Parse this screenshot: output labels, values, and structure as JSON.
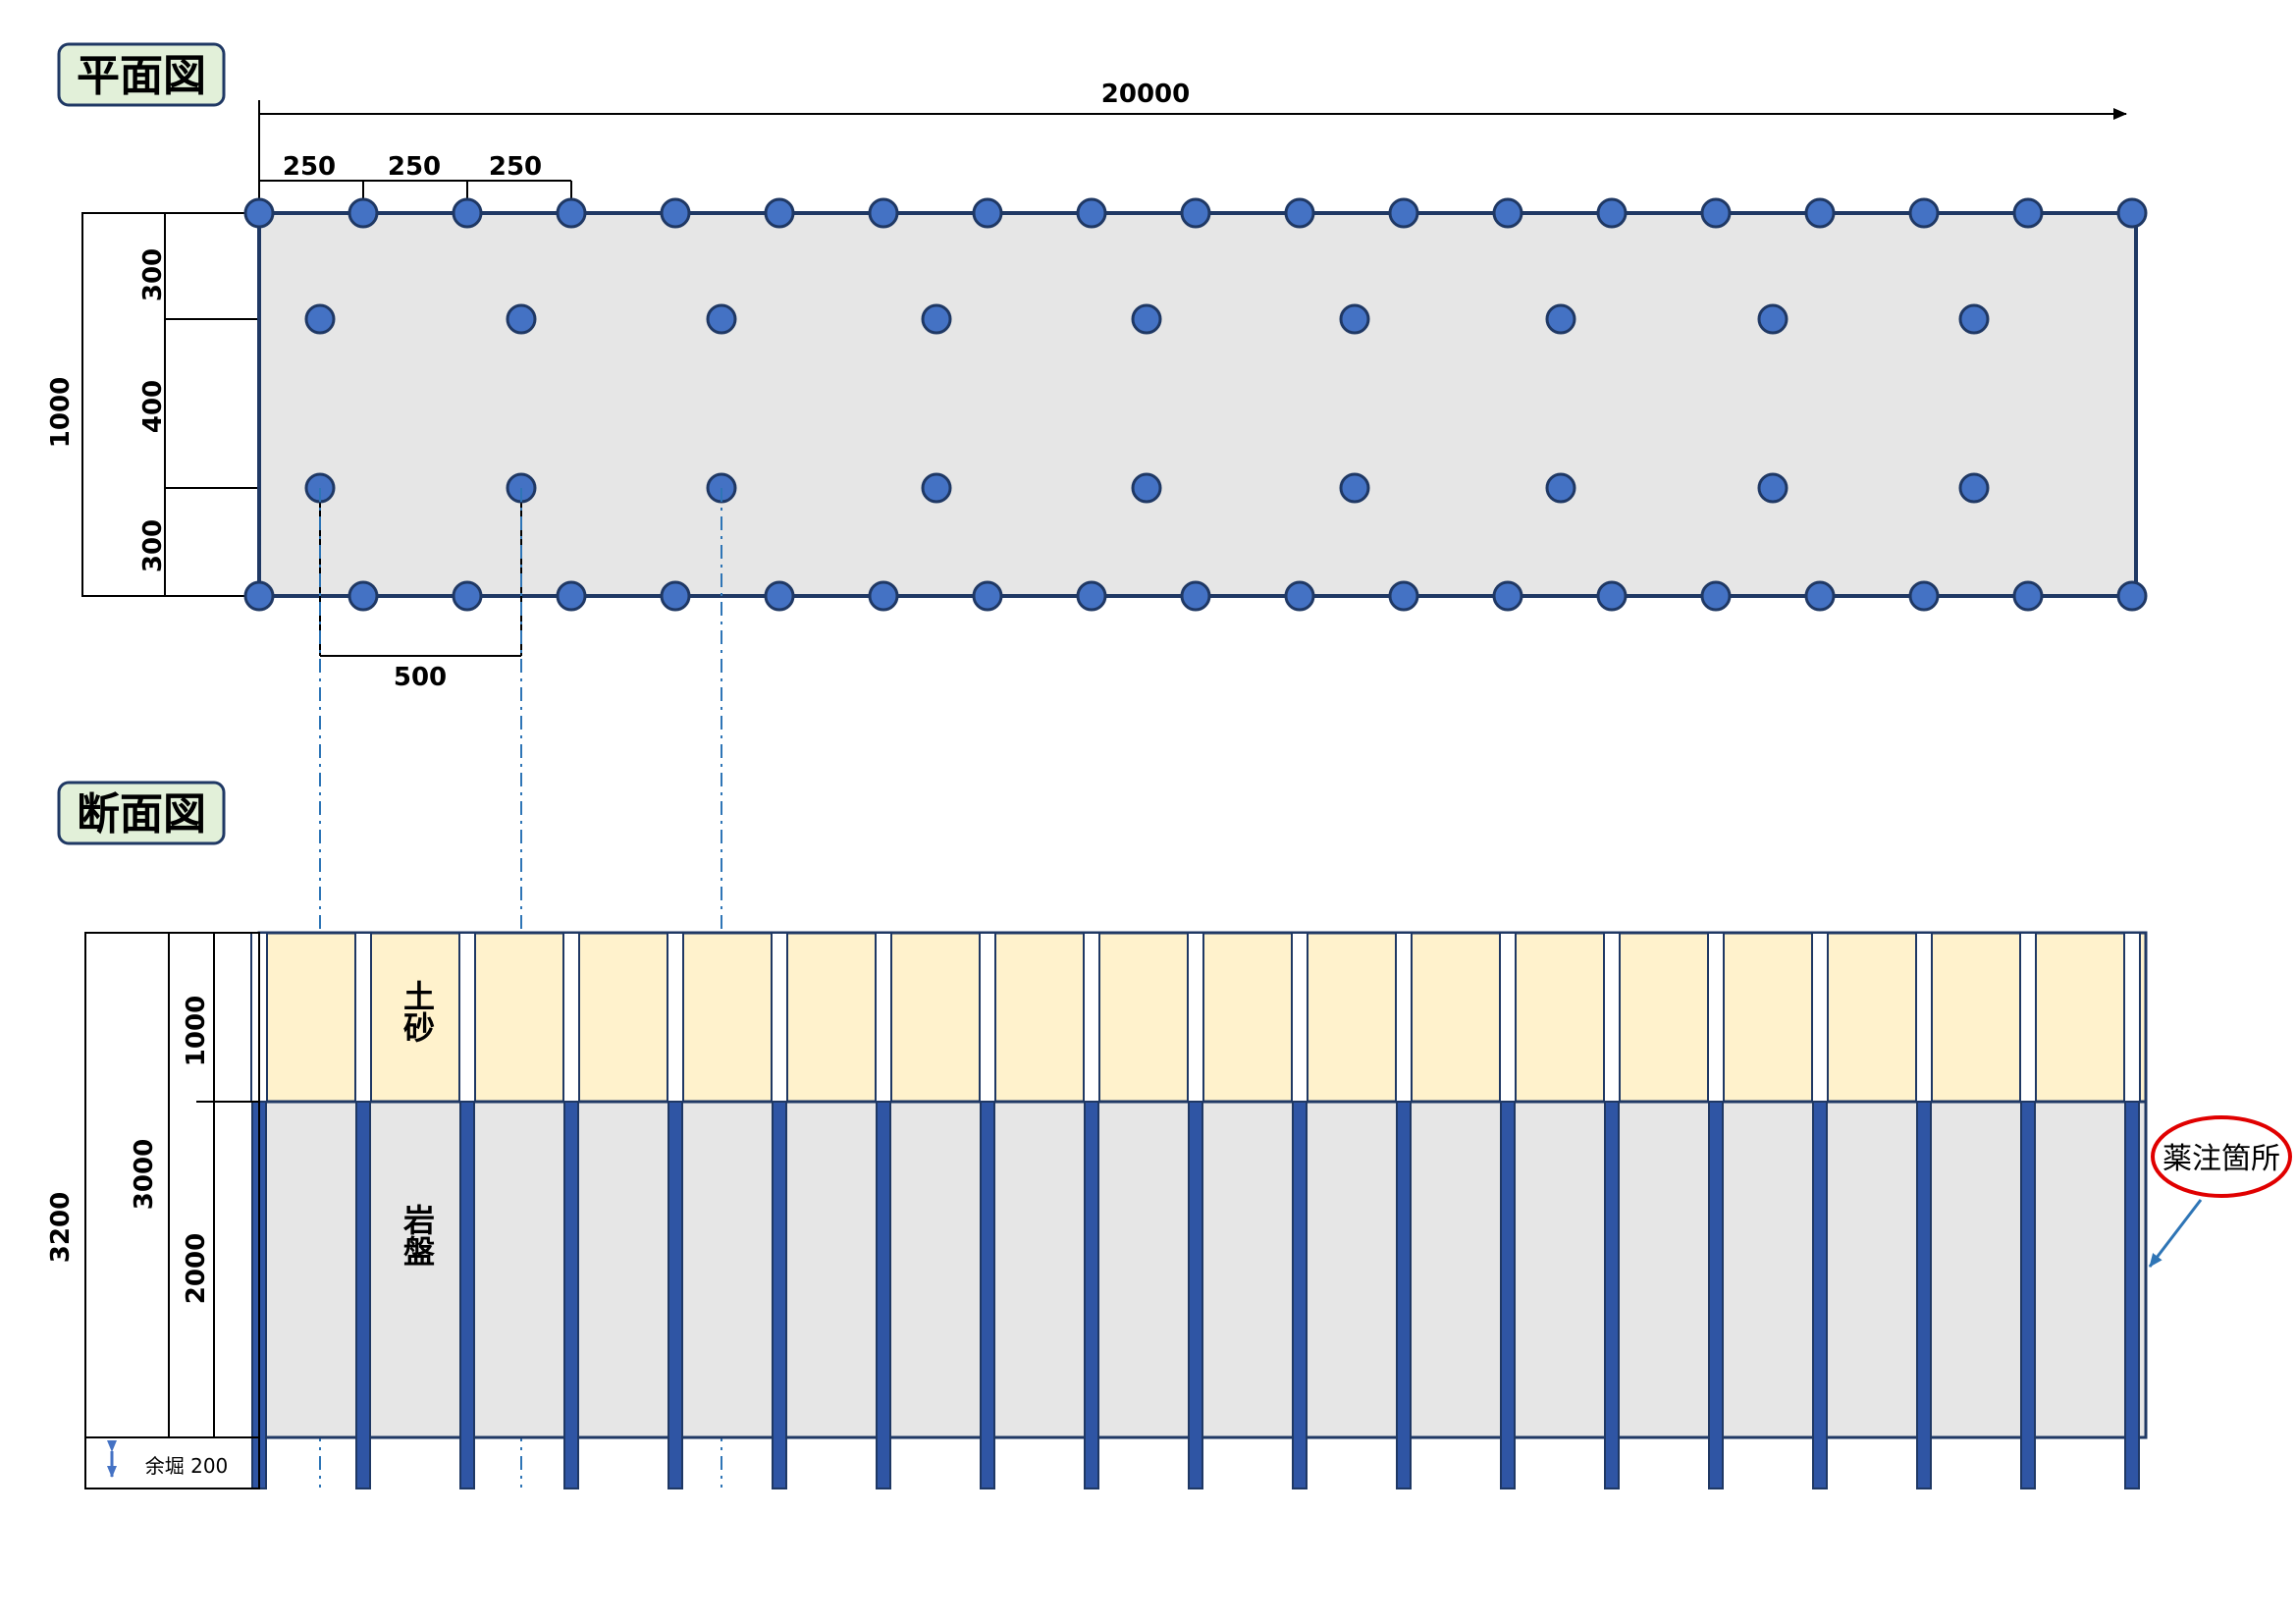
{
  "plan_view": {
    "title": "平面図",
    "total_length_label": "20000",
    "spacing_labels": [
      "250",
      "250",
      "250"
    ],
    "row_offset_label": "500",
    "width_total_label": "1000",
    "width_segment_labels": [
      "300",
      "400",
      "300"
    ]
  },
  "section_view": {
    "title": "断面図",
    "total_depth_label": "3200",
    "depth_3000_label": "3000",
    "soil_depth_label": "1000",
    "rock_depth_label": "2000",
    "overdig_label": "余堀 200",
    "soil_layer_label": "土砂",
    "rock_layer_label": "岩盤",
    "callout_label": "薬注箇所"
  },
  "colors": {
    "hole_fill": "#4472c4",
    "hole_stroke": "#1f3864",
    "plan_fill": "#e6e6e6",
    "soil_fill": "#fff2cc",
    "rock_fill": "#e6e6e6",
    "title_box_fill": "#e2f0d9",
    "callout_ring": "#e00000",
    "leader_arrow": "#2e75b6"
  }
}
